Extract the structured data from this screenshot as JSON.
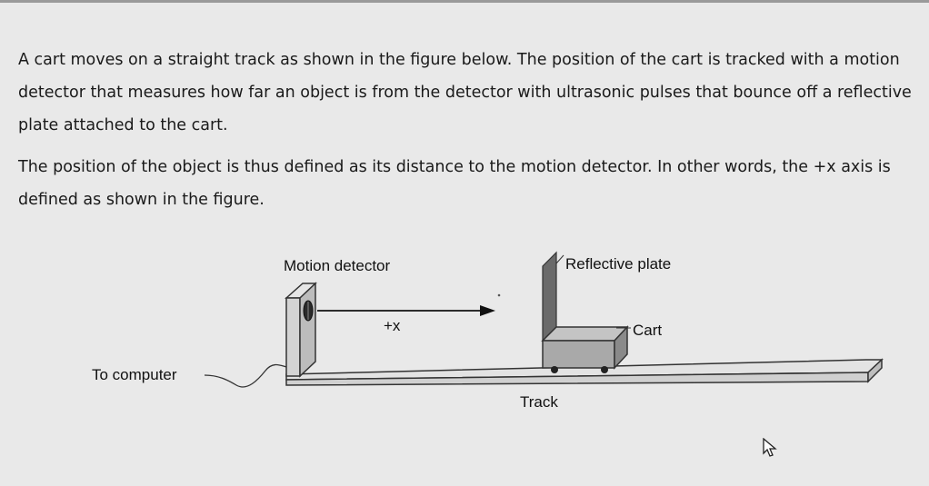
{
  "question": {
    "paragraph_1": "A cart moves on a straight track as shown in the figure below. The position of the cart is tracked with a motion detector that measures how far an object is from the detector with ultrasonic pulses that bounce off a reflective plate attached to the cart.",
    "paragraph_2": "The position of the object is thus defined as its distance to the motion detector. In other words, the +x axis is defined as shown in the figure."
  },
  "figure": {
    "labels": {
      "motion_detector": "Motion detector",
      "reflective_plate": "Reflective plate",
      "axis": "+x",
      "cart": "Cart",
      "to_computer": "To computer",
      "track": "Track"
    }
  },
  "colors": {
    "detector_fill": "#cfcfcf",
    "cart_fill": "#a9a9a9",
    "plate_fill": "#6a6a6a",
    "track_fill": "#d9d9d9",
    "arrow": "#111111"
  }
}
